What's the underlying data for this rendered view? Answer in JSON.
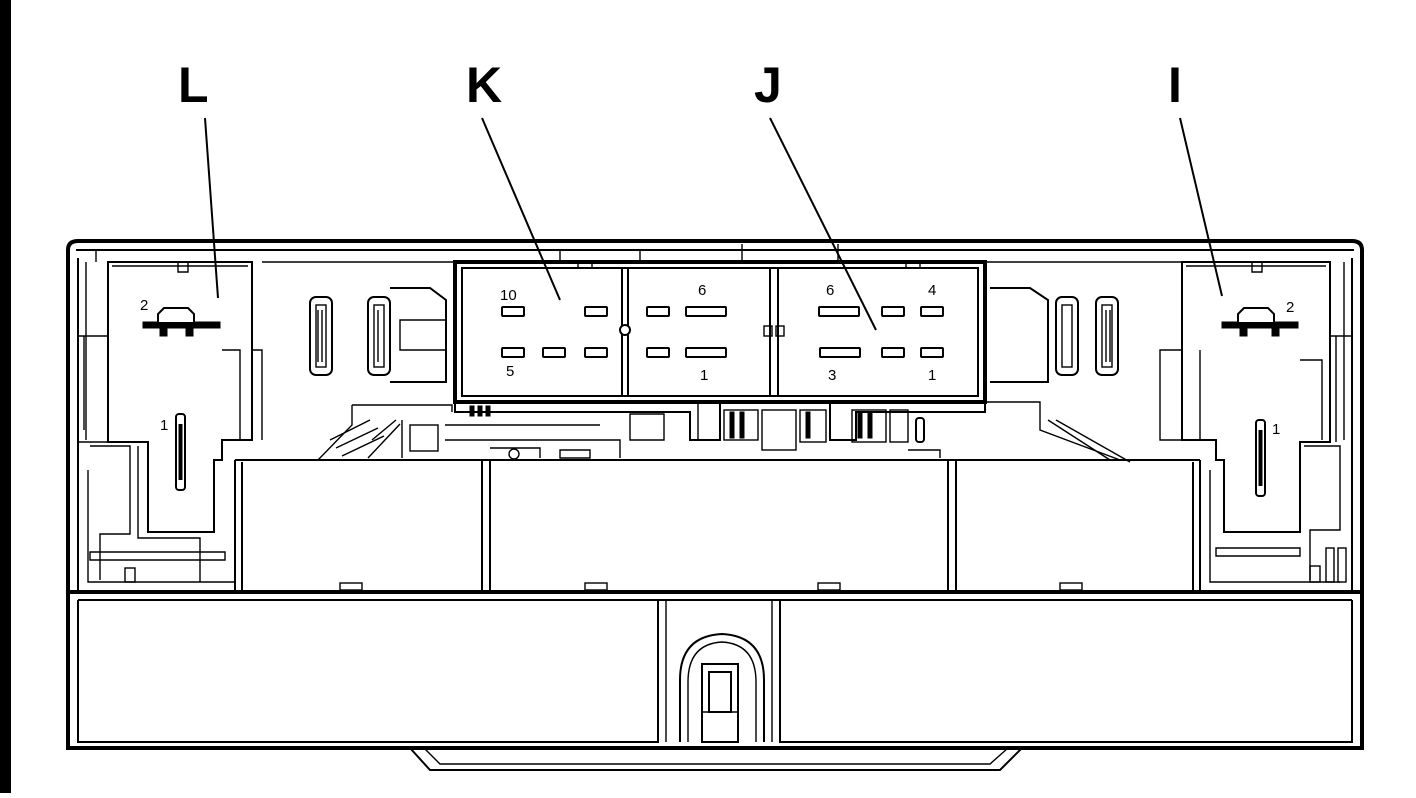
{
  "callouts": {
    "L": "L",
    "K": "K",
    "J": "J",
    "I": "I"
  },
  "connector_L": {
    "pin_top": "2",
    "pin_side": "1"
  },
  "connector_K": {
    "pin_a": "10",
    "pin_b": "5",
    "pin_c": "6",
    "pin_d": "1"
  },
  "connector_J": {
    "pin_a": "6",
    "pin_b": "4",
    "pin_c": "3",
    "pin_d": "1"
  },
  "connector_I": {
    "pin_top": "2",
    "pin_side": "1"
  },
  "colors": {
    "line": "#000000",
    "background": "#ffffff"
  }
}
